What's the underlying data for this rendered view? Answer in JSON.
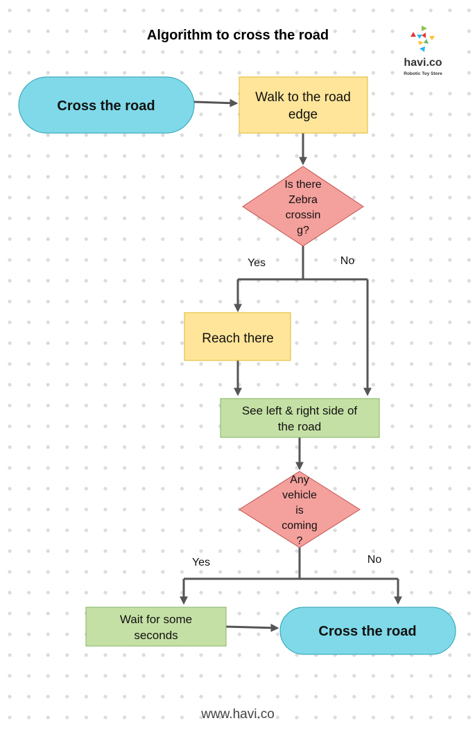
{
  "title": "Algorithm to cross the road",
  "logo": {
    "brand": "havi.co",
    "tagline": "Robotic Toy Store"
  },
  "footer": "www.havi.co",
  "colors": {
    "terminal": "#7fd9e8",
    "process": "#ffe599",
    "decision": "#f4a09c",
    "action": "#c5e0a5",
    "edge": "#555555"
  },
  "nodes": {
    "start": "Cross the road",
    "walk": [
      "Walk to the road",
      "edge"
    ],
    "zebra": [
      "Is there",
      "Zebra",
      "crossin",
      "g?"
    ],
    "reach": "Reach there",
    "see": [
      "See left & right side of",
      "the road"
    ],
    "vehicle": [
      "Any",
      "vehicle",
      "is",
      "coming",
      "?"
    ],
    "wait": [
      "Wait for some",
      "seconds"
    ],
    "end": "Cross the road"
  },
  "edges": {
    "zebra_yes": "Yes",
    "zebra_no": "No",
    "vehicle_yes": "Yes",
    "vehicle_no": "No"
  }
}
